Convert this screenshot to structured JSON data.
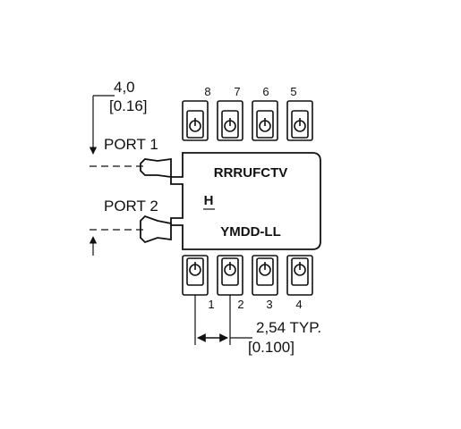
{
  "pins_top": [
    "8",
    "7",
    "6",
    "5"
  ],
  "pins_bottom": [
    "1",
    "2",
    "3",
    "4"
  ],
  "ports": {
    "port1": "PORT 1",
    "port2": "PORT 2"
  },
  "markings": {
    "line1": "RRRUFCTV",
    "line2": "H",
    "line3": "YMDD-LL"
  },
  "dimensions": {
    "port_offset_mm": "4,0",
    "port_offset_in": "[0.16]",
    "pitch_mm": "2,54 TYP.",
    "pitch_in": "[0.100]"
  }
}
